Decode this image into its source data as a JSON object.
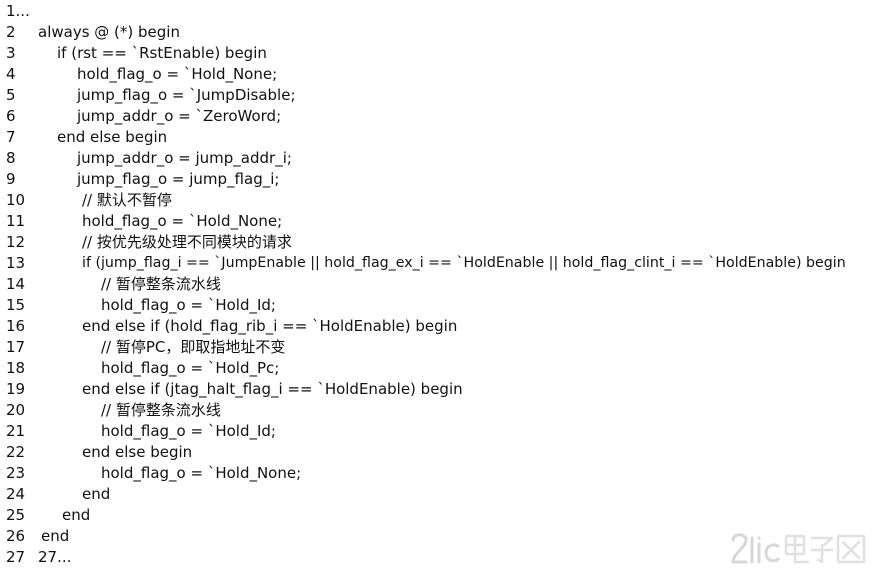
{
  "code": {
    "lines": [
      {
        "number": "1...",
        "text": ""
      },
      {
        "number": "2",
        "text": "always @ (*) begin"
      },
      {
        "number": "3",
        "text": "if (rst == `RstEnable) begin"
      },
      {
        "number": "4",
        "text": "hold_flag_o = `Hold_None;"
      },
      {
        "number": "5",
        "text": "jump_flag_o = `JumpDisable;"
      },
      {
        "number": "6",
        "text": "jump_addr_o = `ZeroWord;"
      },
      {
        "number": "7",
        "text": "end else begin"
      },
      {
        "number": "8",
        "text": "jump_addr_o = jump_addr_i;"
      },
      {
        "number": "9",
        "text": "jump_flag_o = jump_flag_i;"
      },
      {
        "number": "10",
        "text": "// 默认不暂停"
      },
      {
        "number": "11",
        "text": "hold_flag_o = `Hold_None;"
      },
      {
        "number": "12",
        "text": "// 按优先级处理不同模块的请求"
      },
      {
        "number": "13",
        "text": "if (jump_flag_i == `JumpEnable || hold_flag_ex_i == `HoldEnable || hold_flag_clint_i == `HoldEnable) begin"
      },
      {
        "number": "14",
        "text": "// 暂停整条流水线"
      },
      {
        "number": "15",
        "text": "hold_flag_o = `Hold_Id;"
      },
      {
        "number": "16",
        "text": "end else if (hold_flag_rib_i == `HoldEnable) begin"
      },
      {
        "number": "17",
        "text": "// 暂停PC，即取指地址不变"
      },
      {
        "number": "18",
        "text": "hold_flag_o = `Hold_Pc;"
      },
      {
        "number": "19",
        "text": "end else if (jtag_halt_flag_i == `HoldEnable) begin"
      },
      {
        "number": "20",
        "text": "// 暂停整条流水线"
      },
      {
        "number": "21",
        "text": "hold_flag_o = `Hold_Id;"
      },
      {
        "number": "22",
        "text": "end else begin"
      },
      {
        "number": "23",
        "text": "hold_flag_o = `Hold_None;"
      },
      {
        "number": "24",
        "text": "end"
      },
      {
        "number": "25",
        "text": "end"
      },
      {
        "number": "26",
        "text": "end"
      },
      {
        "number": "27",
        "text": "27..."
      }
    ]
  },
  "watermark": {
    "text": "21ic电子网",
    "color": "#d9d9d9"
  }
}
